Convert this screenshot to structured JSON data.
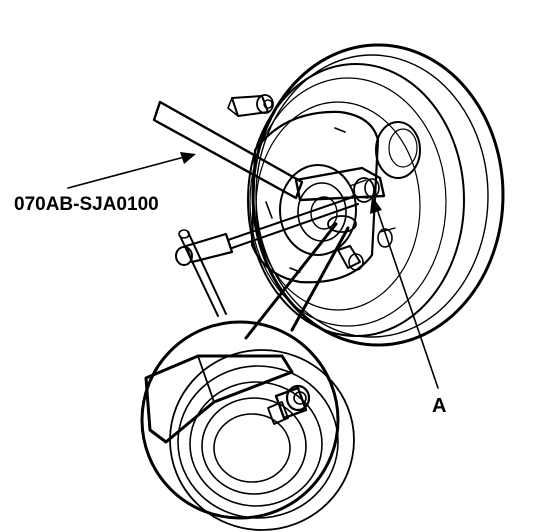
{
  "labels": {
    "tool_part_number": "070AB-SJA0100",
    "callout_a": "A"
  },
  "icons": {
    "booster": "brake-booster-illustration",
    "tool": "pushrod-adjustment-gauge",
    "inset": "magnified-detail-inset"
  },
  "colors": {
    "ink": "#000000",
    "paper": "#ffffff"
  }
}
